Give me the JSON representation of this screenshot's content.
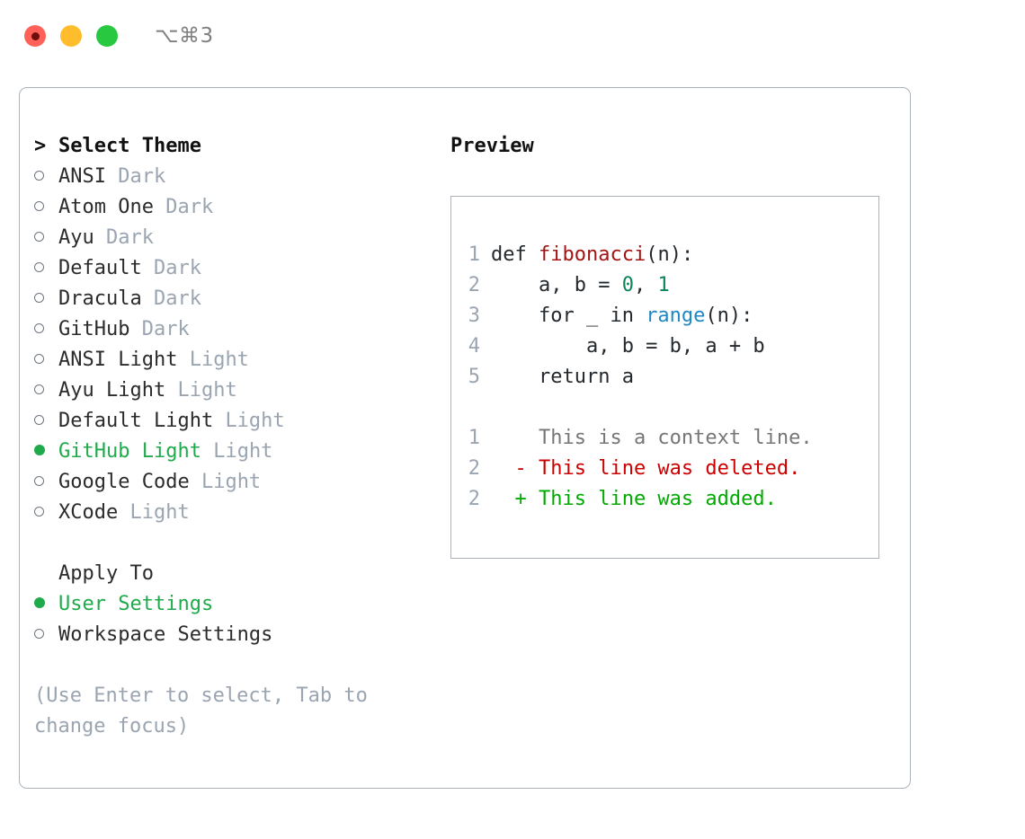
{
  "titlebar": {
    "traffic_lights": [
      {
        "name": "close-button",
        "color": "#ff6058"
      },
      {
        "name": "minimize-button",
        "color": "#ffbd2e"
      },
      {
        "name": "maximize-button",
        "color": "#28c840"
      }
    ],
    "shortcut": "⌥⌘3"
  },
  "left": {
    "header_marker": ">",
    "header": "Select Theme",
    "themes": [
      {
        "marker": "○",
        "selected": false,
        "name": "ANSI",
        "kind": "Dark"
      },
      {
        "marker": "○",
        "selected": false,
        "name": "Atom One",
        "kind": "Dark"
      },
      {
        "marker": "○",
        "selected": false,
        "name": "Ayu",
        "kind": "Dark"
      },
      {
        "marker": "○",
        "selected": false,
        "name": "Default",
        "kind": "Dark"
      },
      {
        "marker": "○",
        "selected": false,
        "name": "Dracula",
        "kind": "Dark"
      },
      {
        "marker": "○",
        "selected": false,
        "name": "GitHub",
        "kind": "Dark"
      },
      {
        "marker": "○",
        "selected": false,
        "name": "ANSI Light",
        "kind": "Light"
      },
      {
        "marker": "○",
        "selected": false,
        "name": "Ayu Light",
        "kind": "Light"
      },
      {
        "marker": "○",
        "selected": false,
        "name": "Default Light",
        "kind": "Light"
      },
      {
        "marker": "●",
        "selected": true,
        "name": "GitHub Light",
        "kind": "Light"
      },
      {
        "marker": "○",
        "selected": false,
        "name": "Google Code",
        "kind": "Light"
      },
      {
        "marker": "○",
        "selected": false,
        "name": "XCode",
        "kind": "Light"
      }
    ],
    "apply_to_label": "Apply To",
    "apply_to_options": [
      {
        "marker": "●",
        "selected": true,
        "label": "User Settings"
      },
      {
        "marker": "○",
        "selected": false,
        "label": "Workspace Settings"
      }
    ],
    "hint": "(Use Enter to select, Tab to change focus)"
  },
  "right": {
    "preview_title": "Preview",
    "code_lines": [
      {
        "num": "1",
        "tokens": [
          {
            "t": "def ",
            "c": "plain"
          },
          {
            "t": "fibonacci",
            "c": "fn"
          },
          {
            "t": "(n):",
            "c": "plain"
          }
        ]
      },
      {
        "num": "2",
        "tokens": [
          {
            "t": "    a, b = ",
            "c": "plain"
          },
          {
            "t": "0",
            "c": "num"
          },
          {
            "t": ", ",
            "c": "plain"
          },
          {
            "t": "1",
            "c": "num"
          }
        ]
      },
      {
        "num": "3",
        "tokens": [
          {
            "t": "    for _ in ",
            "c": "plain"
          },
          {
            "t": "range",
            "c": "call"
          },
          {
            "t": "(n):",
            "c": "plain"
          }
        ]
      },
      {
        "num": "4",
        "tokens": [
          {
            "t": "        a, b = b, a + b",
            "c": "plain"
          }
        ]
      },
      {
        "num": "5",
        "tokens": [
          {
            "t": "    return a",
            "c": "plain"
          }
        ]
      }
    ],
    "diff_lines": [
      {
        "num": "1",
        "sign": " ",
        "text": "This is a context line.",
        "kind": "ctx"
      },
      {
        "num": "2",
        "sign": "-",
        "text": "This line was deleted.",
        "kind": "del"
      },
      {
        "num": "2",
        "sign": "+",
        "text": "This line was added.",
        "kind": "add"
      }
    ]
  },
  "colors": {
    "accent_green": "#1faa4b",
    "muted": "#9aa5b1",
    "border": "#aab2bd",
    "diff_add": "#00aa00",
    "diff_del": "#cc0000",
    "syntax_fn": "#a31515",
    "syntax_num": "#098658",
    "syntax_call": "#1e88c7"
  }
}
